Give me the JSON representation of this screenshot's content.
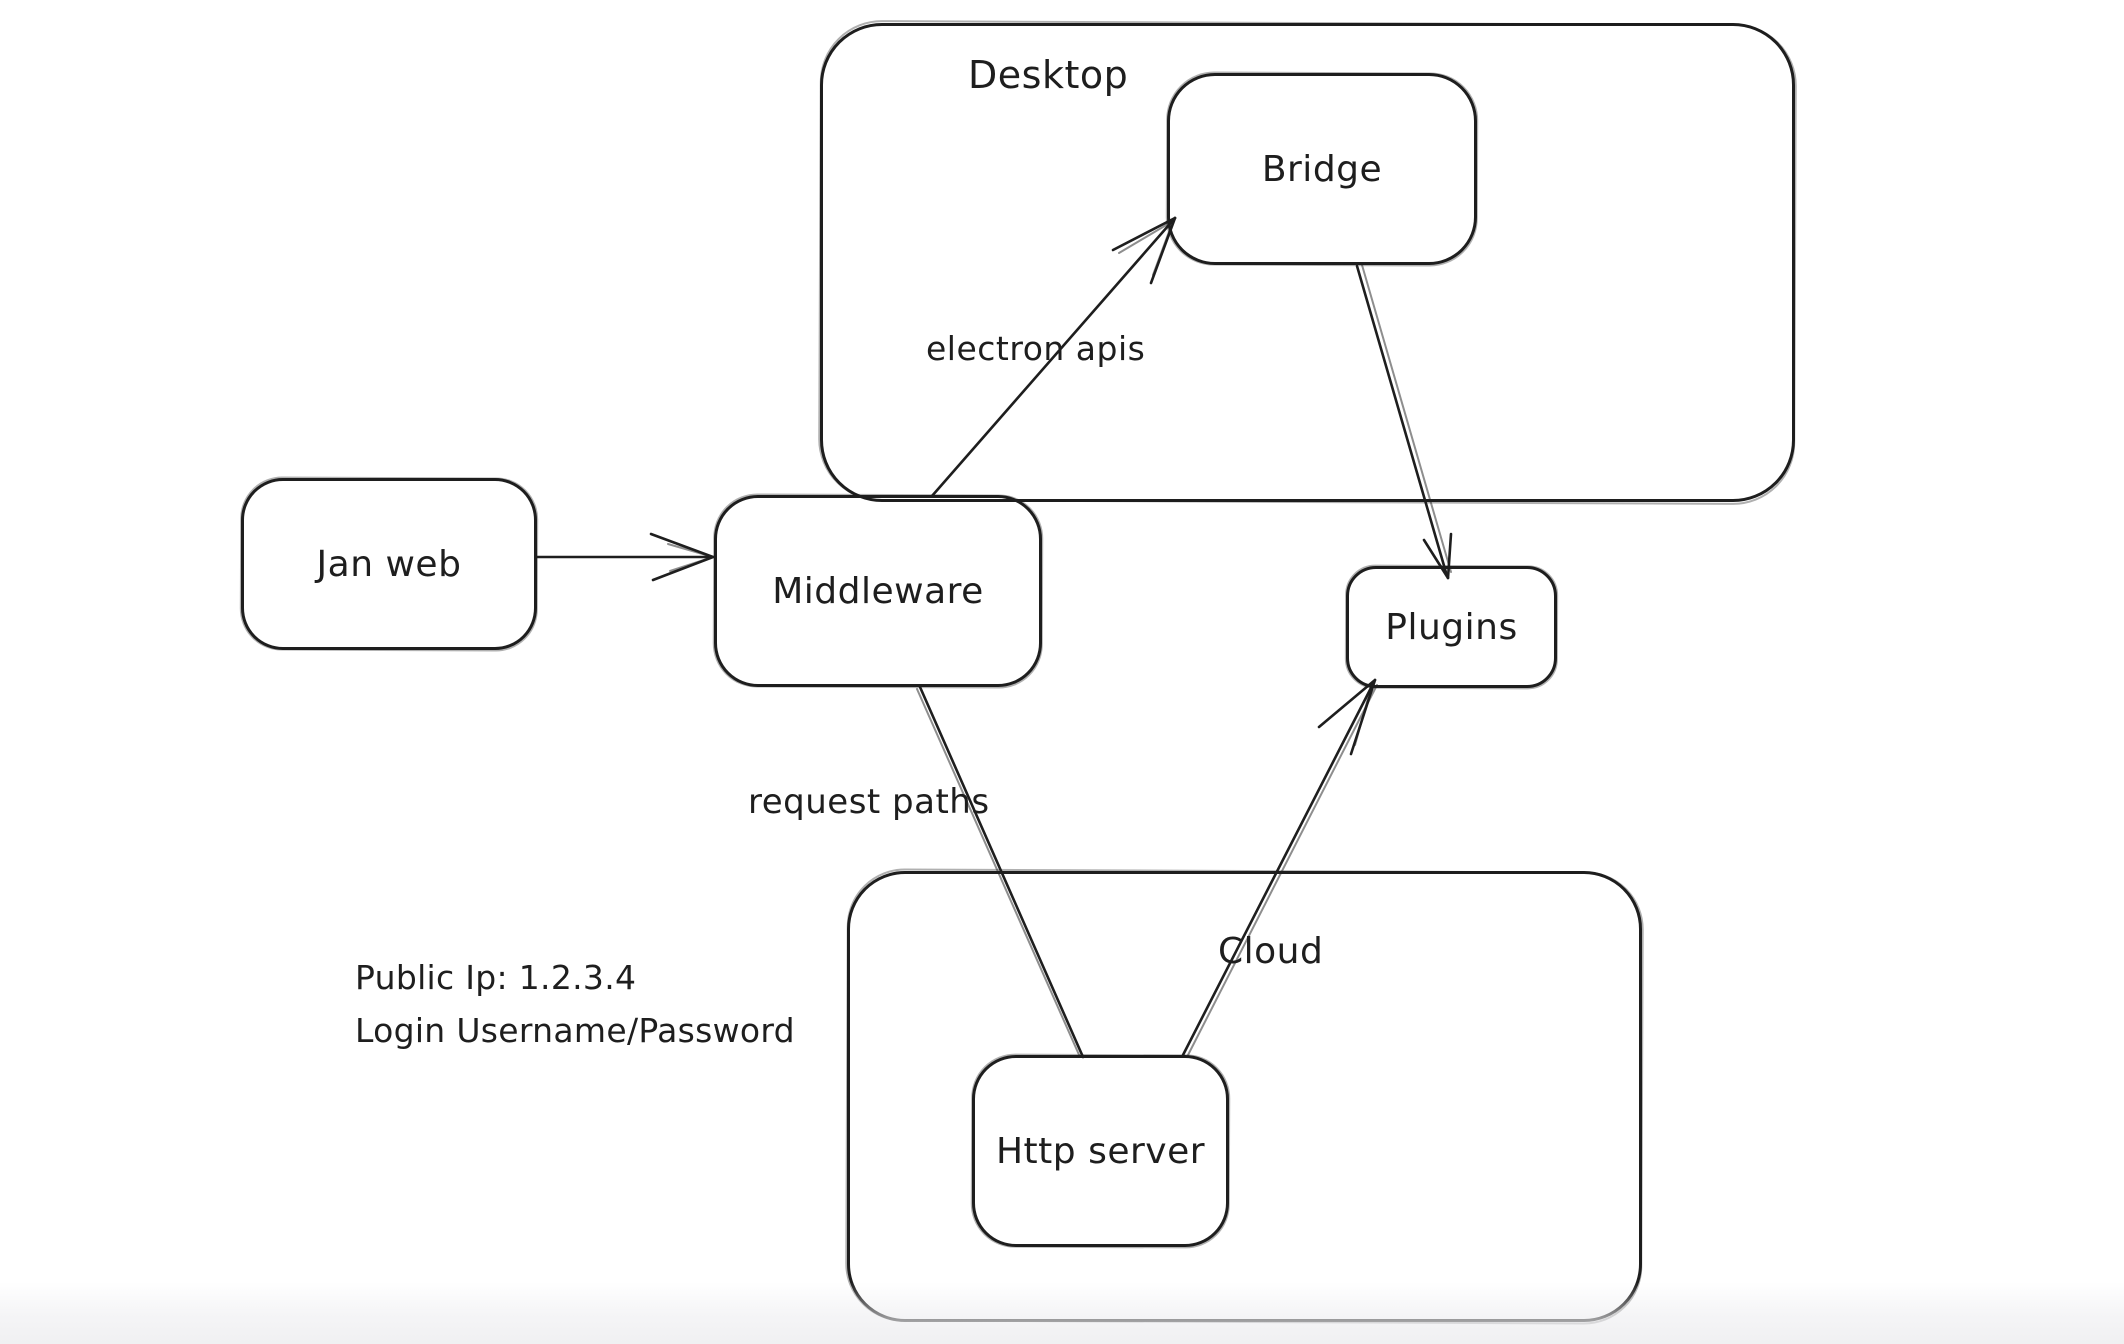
{
  "diagram": {
    "containers": [
      {
        "id": "desktop",
        "label": "Desktop"
      },
      {
        "id": "cloud",
        "label": "Cloud"
      }
    ],
    "nodes": [
      {
        "id": "jan-web",
        "label": "Jan web"
      },
      {
        "id": "middleware",
        "label": "Middleware"
      },
      {
        "id": "bridge",
        "label": "Bridge"
      },
      {
        "id": "plugins",
        "label": "Plugins"
      },
      {
        "id": "http-server",
        "label": "Http server"
      }
    ],
    "edges": [
      {
        "from": "jan-web",
        "to": "middleware",
        "label": ""
      },
      {
        "from": "middleware",
        "to": "bridge",
        "label": "electron apis"
      },
      {
        "from": "bridge",
        "to": "plugins",
        "label": ""
      },
      {
        "from": "middleware",
        "to": "http-server",
        "label": "request paths"
      },
      {
        "from": "http-server",
        "to": "plugins",
        "label": ""
      }
    ],
    "annotations": [
      "Public Ip: 1.2.3.4",
      "Login Username/Password"
    ],
    "colors": {
      "stroke": "#1e1e1e",
      "canvas": "#ffffff"
    }
  }
}
